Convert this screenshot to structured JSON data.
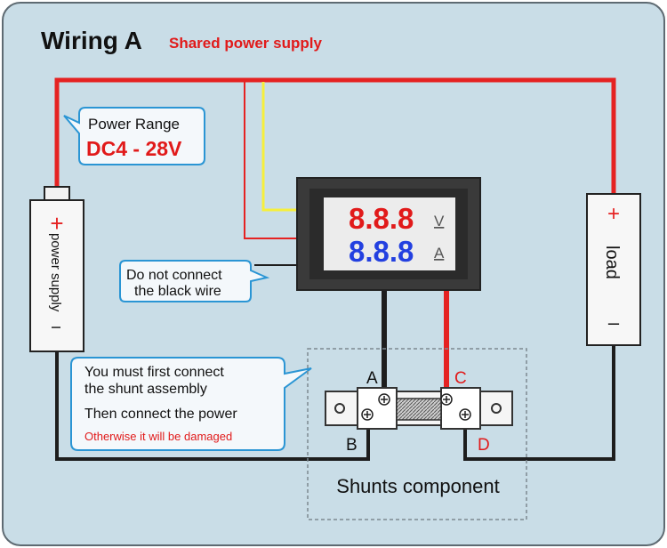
{
  "header": {
    "title": "Wiring A",
    "subtitle": "Shared power supply"
  },
  "power_range": {
    "label": "Power Range",
    "value": "DC4 - 28V"
  },
  "power_supply": {
    "plus": "+",
    "minus": "I",
    "label": "power supply"
  },
  "meter": {
    "voltage_digits": "8.8.8",
    "voltage_unit": "V",
    "current_digits": "8.8.8",
    "current_unit": "A"
  },
  "black_wire_note": {
    "line1": "Do not connect",
    "line2": "the black wire"
  },
  "shunt_note": {
    "line1": "You must first connect",
    "line2": "the shunt assembly",
    "line3": "Then connect the power",
    "warning": "Otherwise it will be damaged"
  },
  "load": {
    "plus": "+",
    "label": "load",
    "minus": "–"
  },
  "terminals": {
    "a": "A",
    "b": "B",
    "c": "C",
    "d": "D"
  },
  "shunt": {
    "label": "Shunts component"
  },
  "colors": {
    "background": "#c9dde7",
    "red_wire": "#e52222",
    "yellow_wire": "#f6ef3c",
    "black_wire": "#1d1d1d",
    "callout_border": "#2a95d4",
    "voltage_digit": "#e11a1a",
    "current_digit": "#2340e0",
    "warning_text": "#e11a1a"
  }
}
